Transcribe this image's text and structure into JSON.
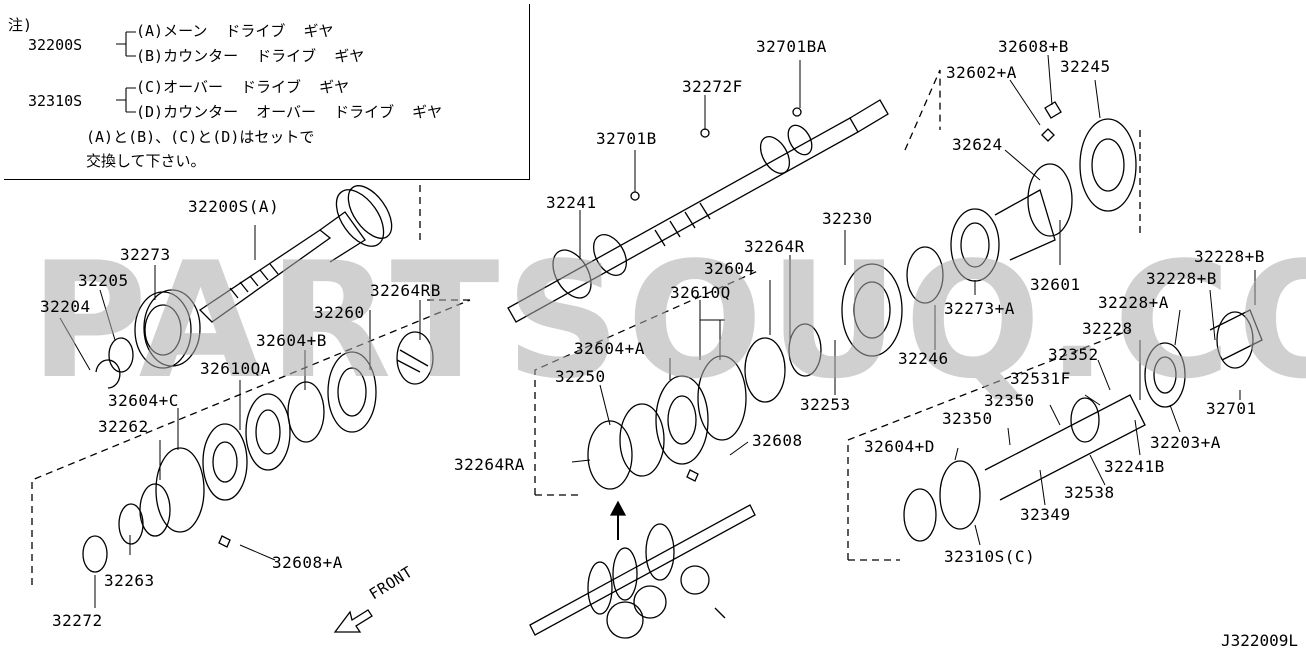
{
  "watermark": "PARTSOUQ.COM",
  "diagram_code": "J322009L",
  "front_label": "FRONT",
  "note": {
    "head": "注)",
    "row1_code": "32200S",
    "row1_a": "(A)メーン  ドライブ  ギヤ",
    "row1_b": "(B)カウンター  ドライブ  ギヤ",
    "row2_code": "32310S",
    "row2_c": "(C)オーバー  ドライブ  ギヤ",
    "row2_d": "(D)カウンター  オーバー  ドライブ  ギヤ",
    "line5": "(A)と(B)、(C)と(D)はセットで",
    "line6": "交換して下さい。"
  },
  "parts": {
    "p32200SA": "32200S(A)",
    "p32273": "32273",
    "p32205": "32205",
    "p32204": "32204",
    "p32260": "32260",
    "p32264RB": "32264RB",
    "p32604B": "32604+B",
    "p32610QA": "32610QA",
    "p32604C": "32604+C",
    "p32262": "32262",
    "p32263": "32263",
    "p32272": "32272",
    "p32608A": "32608+A",
    "p32701BA": "32701BA",
    "p32272F": "32272F",
    "p32701B": "32701B",
    "p32241": "32241",
    "p32604": "32604",
    "p32264R": "32264R",
    "p32230": "32230",
    "p32610Q": "32610Q",
    "p32604A": "32604+A",
    "p32250": "32250",
    "p32253": "32253",
    "p32608": "32608",
    "p32264RA": "32264RA",
    "p32608B": "32608+B",
    "p32602A": "32602+A",
    "p32245": "32245",
    "p32624": "32624",
    "p32273A": "32273+A",
    "p32601": "32601",
    "p32246": "32246",
    "p32228B1": "32228+B",
    "p32228B2": "32228+B",
    "p32228A": "32228+A",
    "p32228": "32228",
    "p32352": "32352",
    "p32531F": "32531F",
    "p32350a": "32350",
    "p32350b": "32350",
    "p32701": "32701",
    "p32203A": "32203+A",
    "p32604D": "32604+D",
    "p32241B": "32241B",
    "p32538": "32538",
    "p32349": "32349",
    "p32310SC": "32310S(C)"
  }
}
